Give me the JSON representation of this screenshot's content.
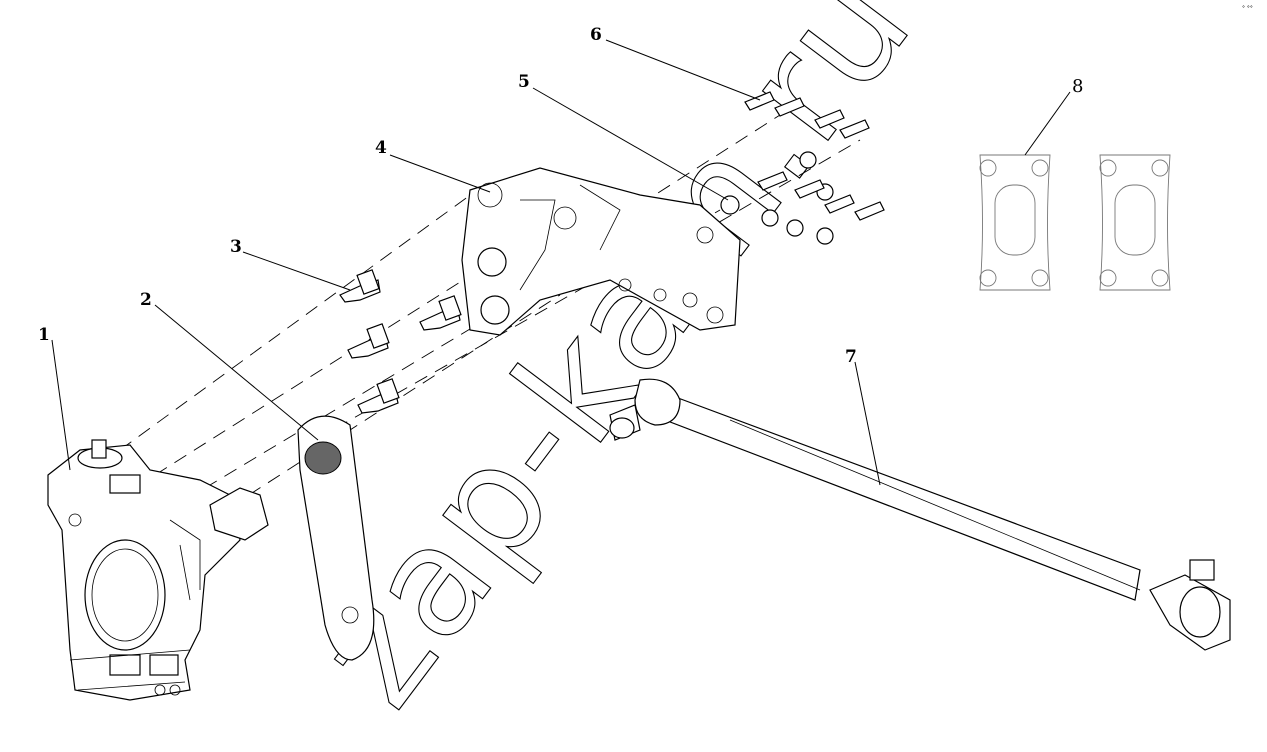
{
  "callouts": [
    {
      "label": "1"
    },
    {
      "label": "2"
    },
    {
      "label": "3"
    },
    {
      "label": "4"
    },
    {
      "label": "5"
    },
    {
      "label": "6"
    },
    {
      "label": "7"
    },
    {
      "label": "8"
    }
  ],
  "watermark": "zap-kam.ru",
  "corner_mark": "° °°",
  "colors": {
    "line": "#000000",
    "background": "#ffffff",
    "shim_outline": "#777777"
  }
}
